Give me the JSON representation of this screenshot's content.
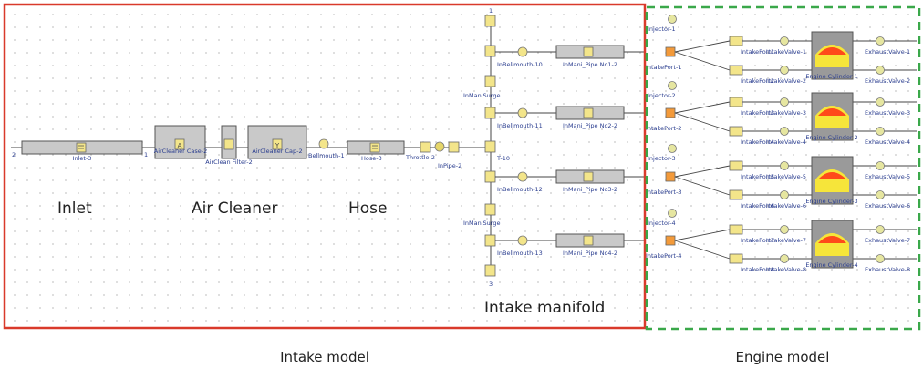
{
  "region_labels": {
    "inlet": "Inlet",
    "air_cleaner": "Air Cleaner",
    "hose": "Hose",
    "intake_manifold": "Intake manifold"
  },
  "captions": {
    "intake_model": "Intake model",
    "engine_model": "Engine model"
  },
  "colors": {
    "intake_box": "#d93a2b",
    "engine_box": "#3aa84a",
    "component_fill": "#c9c9c9",
    "component_stroke": "#555555",
    "marker_fill": "#f3e58a",
    "cylinder_hot": "#ff4a1a",
    "cylinder_warm": "#f6e53a",
    "grid_dot": "#c8c8c8",
    "label_text": "#2a3d8f"
  },
  "intake_components": {
    "inlet": "Inlet-3",
    "air_cleaner_case": "AirCleaner Case-2",
    "air_cleaner_filter": "AirClean Filter-2",
    "air_cleaner_cap": "AirCleaner Cap-2",
    "bellmouth": "Bellmouth-1",
    "hose": "Hose-3",
    "throttle": "Throttle-2",
    "intake_pipe": "InPipe-2",
    "tee": "T-10",
    "surge_upper": "InManiSurge",
    "surge_lower": "InManiSurge",
    "port_number_top": "1",
    "port_number_bottom": "3",
    "inlet_end_a": "2",
    "inlet_end_b": "1"
  },
  "runners": [
    {
      "bellmouth": "InBellmouth-10",
      "pipe": "InMani_Pipe No1-2"
    },
    {
      "bellmouth": "InBellmouth-11",
      "pipe": "InMani_Pipe No2-2"
    },
    {
      "bellmouth": "InBellmouth-12",
      "pipe": "InMani_Pipe No3-2"
    },
    {
      "bellmouth": "InBellmouth-13",
      "pipe": "InMani_Pipe No4-2"
    }
  ],
  "cylinders": [
    {
      "injector": "Injector-1",
      "junction": "IntakePort-1",
      "port_a": "IntakePort1",
      "port_b": "IntakePort2",
      "valve_a": "IntakeValve-1",
      "valve_b": "IntakeValve-2",
      "cylinder": "Engine Cylinder-1",
      "exhaust_a": "ExhaustValve-1",
      "exhaust_b": "ExhaustValve-2"
    },
    {
      "injector": "Injector-2",
      "junction": "IntakePort-2",
      "port_a": "IntakePort3",
      "port_b": "IntakePort4",
      "valve_a": "IntakeValve-3",
      "valve_b": "IntakeValve-4",
      "cylinder": "Engine Cylinder-2",
      "exhaust_a": "ExhaustValve-3",
      "exhaust_b": "ExhaustValve-4"
    },
    {
      "injector": "Injector-3",
      "junction": "IntakePort-3",
      "port_a": "IntakePort5",
      "port_b": "IntakePort6",
      "valve_a": "IntakeValve-5",
      "valve_b": "IntakeValve-6",
      "cylinder": "Engine Cylinder-3",
      "exhaust_a": "ExhaustValve-5",
      "exhaust_b": "ExhaustValve-6"
    },
    {
      "injector": "Injector-4",
      "junction": "IntakePort-4",
      "port_a": "IntakePort7",
      "port_b": "IntakePort8",
      "valve_a": "IntakeValve-7",
      "valve_b": "IntakeValve-8",
      "cylinder": "Engine Cylinder-4",
      "exhaust_a": "ExhaustValve-7",
      "exhaust_b": "ExhaustValve-8"
    }
  ]
}
